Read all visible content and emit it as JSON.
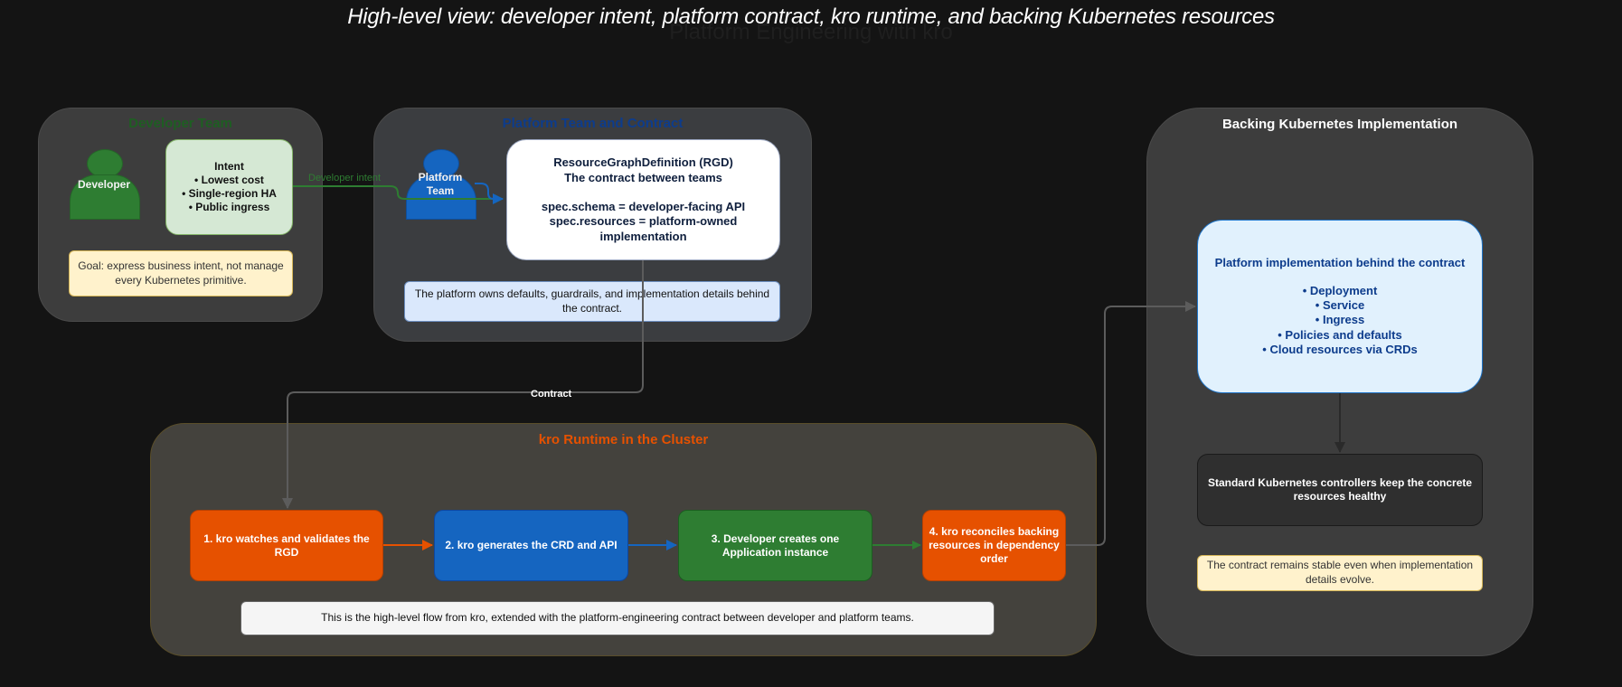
{
  "title": "High-level view: developer intent, platform contract, kro runtime, and backing Kubernetes resources",
  "ghost_title": "Platform Engineering with kro",
  "developer_team": {
    "title": "Developer Team",
    "actor_label": "Developer",
    "intent_text": "Intent\n• Lowest cost\n• Single-region HA\n• Public ingress",
    "goal_note": "Goal: express business intent, not manage every Kubernetes primitive."
  },
  "platform_team": {
    "title": "Platform Team and Contract",
    "actor_label": "Platform\nTeam",
    "rgd_text": "ResourceGraphDefinition (RGD)\nThe contract between teams\n\nspec.schema = developer-facing API\nspec.resources = platform-owned implementation",
    "note": "The platform owns defaults, guardrails, and implementation details behind the contract."
  },
  "kro_runtime": {
    "title": "kro Runtime in the Cluster",
    "steps": [
      {
        "label": "1. kro watches and validates the RGD",
        "color": "#e65100"
      },
      {
        "label": "2. kro generates the CRD and API",
        "color": "#1565c0"
      },
      {
        "label": "3. Developer creates one Application instance",
        "color": "#2e7d32"
      },
      {
        "label": "4. kro reconciles backing resources in dependency order",
        "color": "#e65100"
      }
    ],
    "note": "This is the high-level flow from kro, extended with the platform-engineering contract between developer and platform teams."
  },
  "backing": {
    "title": "Backing Kubernetes Implementation",
    "impl_heading": "Platform implementation behind the contract",
    "impl_items": "• Deployment\n• Service\n• Ingress\n• Policies and defaults\n• Cloud resources via CRDs",
    "controllers_text": "Standard Kubernetes controllers keep the concrete resources healthy",
    "stable_note": "The contract remains stable even when implementation details evolve."
  },
  "edges": {
    "developer_intent": "Developer intent",
    "contract": "Contract"
  },
  "colors": {
    "developer_green": "#2e7d32",
    "platform_blue": "#1565c0",
    "kro_orange": "#e65100",
    "impl_blue": "#0d3c8c"
  }
}
